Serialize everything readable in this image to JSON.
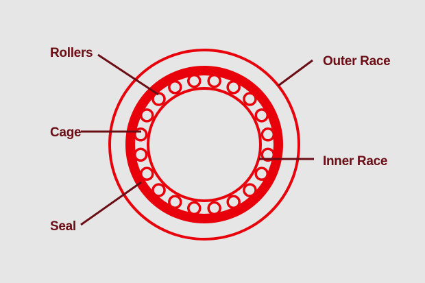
{
  "colors": {
    "background": "#e6e6e6",
    "ring": "#e8000b",
    "label": "#6b0d15",
    "leader": "#6b0d15"
  },
  "labels": {
    "rollers": "Rollers",
    "cage": "Cage",
    "seal": "Seal",
    "outer_race": "Outer Race",
    "inner_race": "Inner Race"
  },
  "rollers": {
    "count": 20
  }
}
